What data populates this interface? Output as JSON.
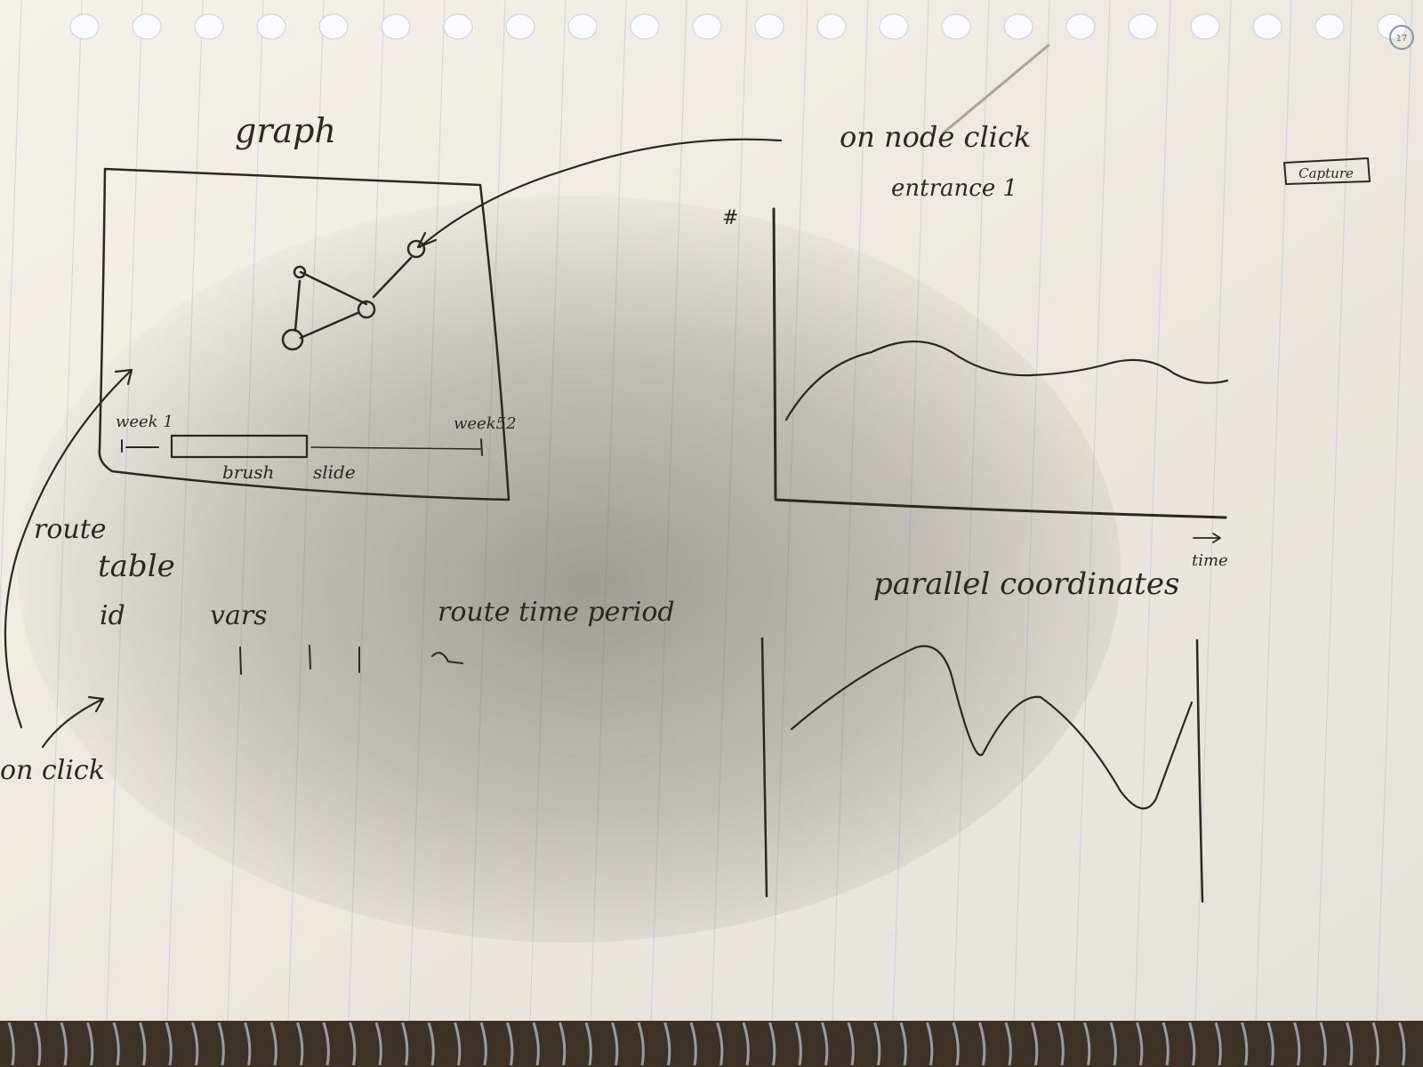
{
  "page_number": "17",
  "graph_panel": {
    "title": "graph",
    "timeline_start": "week 1",
    "timeline_end": "week52",
    "brush_label": "brush",
    "slide_label": "slide"
  },
  "node_click_note": {
    "line1": "on node click",
    "line2": "entrance 1"
  },
  "capture_label": "Capture",
  "time_chart": {
    "y_label": "#",
    "x_label": "time"
  },
  "parallel_coords": {
    "title": "parallel coordinates"
  },
  "route_table": {
    "title_line1": "route",
    "title_line2": "table",
    "columns": [
      "id",
      "vars",
      "route time period"
    ]
  },
  "on_click_label": "on click",
  "colors": {
    "paper": "#f1ede6",
    "rule_line": "#b9c3d2",
    "ink": "#2b2723",
    "shadow": "#6f6c67"
  }
}
